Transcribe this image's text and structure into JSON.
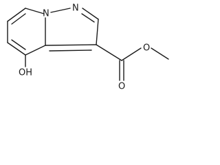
{
  "structure": {
    "atoms": {
      "ring_nitrogen": "N",
      "bridgehead_nitrogen": "N",
      "ester_carbonyl_oxygen": "O",
      "ester_oxygen": "O",
      "hydroxyl": "OH"
    }
  }
}
